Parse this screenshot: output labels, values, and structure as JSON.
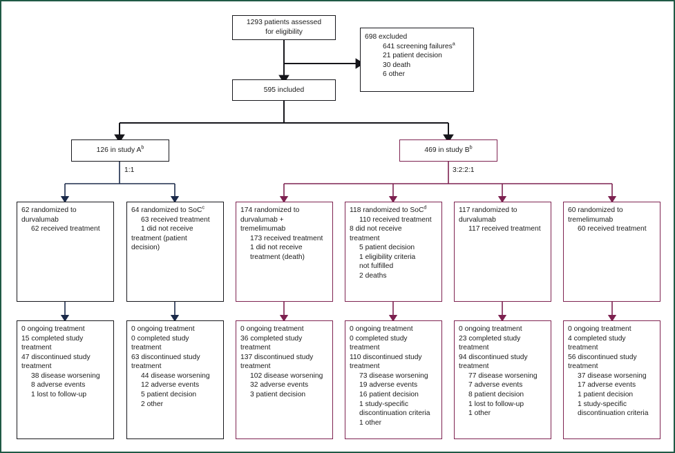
{
  "figure": {
    "type": "consort-flow-diagram",
    "border_color": "#1f5945",
    "study_a_line_color": "#1b2a4a",
    "study_b_line_color": "#7d2150"
  },
  "nodes": {
    "assessed": {
      "line1": "1293 patients assessed",
      "line2": "for eligibility"
    },
    "excluded": {
      "header": "698 excluded",
      "items": [
        "641 screening failures",
        "21 patient decision",
        "30 death",
        "6 other"
      ],
      "footnote_mark": "a"
    },
    "included": {
      "label": "595 included"
    },
    "study_a": {
      "label": "126 in study A",
      "footnote_mark": "b",
      "ratio": "1:1"
    },
    "study_b": {
      "label": "469 in study B",
      "footnote_mark": "b",
      "ratio": "3:2:2:1"
    }
  },
  "arms": [
    {
      "id": "a-durvalumab",
      "study": "A",
      "color": "#1b2a4a",
      "randomization": {
        "lines": [
          {
            "text": "62 randomized to",
            "indent": 0
          },
          {
            "text": "durvalumab",
            "indent": 0
          },
          {
            "text": "62 received treatment",
            "indent": 1
          }
        ]
      },
      "outcome": {
        "lines": [
          {
            "text": "0 ongoing treatment",
            "indent": 0
          },
          {
            "text": "15 completed study",
            "indent": 0
          },
          {
            "text": "treatment",
            "indent": 0
          },
          {
            "text": "47 discontinued study",
            "indent": 0
          },
          {
            "text": "treatment",
            "indent": 0
          },
          {
            "text": "38 disease worsening",
            "indent": 1
          },
          {
            "text": "8 adverse events",
            "indent": 1
          },
          {
            "text": "1 lost to follow-up",
            "indent": 1
          }
        ]
      }
    },
    {
      "id": "a-soc",
      "study": "A",
      "color": "#1b2a4a",
      "randomization": {
        "lines": [
          {
            "text": "64 randomized to SoC",
            "indent": 0,
            "sup": "c"
          },
          {
            "text": "63 received treatment",
            "indent": 1
          },
          {
            "text": "1 did not receive",
            "indent": 1
          },
          {
            "text": "treatment (patient",
            "indent": 0
          },
          {
            "text": "decision)",
            "indent": 0
          }
        ]
      },
      "outcome": {
        "lines": [
          {
            "text": "0 ongoing treatment",
            "indent": 0
          },
          {
            "text": "0 completed study",
            "indent": 0
          },
          {
            "text": "treatment",
            "indent": 0
          },
          {
            "text": "63 discontinued study",
            "indent": 0
          },
          {
            "text": "treatment",
            "indent": 0
          },
          {
            "text": "44 disease worsening",
            "indent": 1
          },
          {
            "text": "12 adverse events",
            "indent": 1
          },
          {
            "text": "5 patient decision",
            "indent": 1
          },
          {
            "text": "2 other",
            "indent": 1
          }
        ]
      }
    },
    {
      "id": "b-durva-treme",
      "study": "B",
      "color": "#7d2150",
      "randomization": {
        "lines": [
          {
            "text": "174 randomized to",
            "indent": 0
          },
          {
            "text": "durvalumab +",
            "indent": 0
          },
          {
            "text": "tremelimumab",
            "indent": 0
          },
          {
            "text": "173 received treatment",
            "indent": 1
          },
          {
            "text": "1 did not receive",
            "indent": 1
          },
          {
            "text": "treatment (death)",
            "indent": 1
          }
        ]
      },
      "outcome": {
        "lines": [
          {
            "text": "0 ongoing treatment",
            "indent": 0
          },
          {
            "text": "36 completed study",
            "indent": 0
          },
          {
            "text": "treatment",
            "indent": 0
          },
          {
            "text": "137 discontinued study",
            "indent": 0
          },
          {
            "text": "treatment",
            "indent": 0
          },
          {
            "text": "102 disease worsening",
            "indent": 1
          },
          {
            "text": "32 adverse events",
            "indent": 1
          },
          {
            "text": "3 patient decision",
            "indent": 1
          }
        ]
      }
    },
    {
      "id": "b-soc",
      "study": "B",
      "color": "#7d2150",
      "randomization": {
        "lines": [
          {
            "text": "118 randomized to SoC",
            "indent": 0,
            "sup": "d"
          },
          {
            "text": "110 received treatment",
            "indent": 1
          },
          {
            "text": "8 did not receive",
            "indent": 0
          },
          {
            "text": "treatment",
            "indent": 0
          },
          {
            "text": "5 patient decision",
            "indent": 1
          },
          {
            "text": "1 eligibility criteria",
            "indent": 1
          },
          {
            "text": "not fulfilled",
            "indent": 1
          },
          {
            "text": "2 deaths",
            "indent": 1
          }
        ]
      },
      "outcome": {
        "lines": [
          {
            "text": "0 ongoing treatment",
            "indent": 0
          },
          {
            "text": "0 completed study",
            "indent": 0
          },
          {
            "text": "treatment",
            "indent": 0
          },
          {
            "text": "110 discontinued study",
            "indent": 0
          },
          {
            "text": "treatment",
            "indent": 0
          },
          {
            "text": "73 disease worsening",
            "indent": 1
          },
          {
            "text": "19 adverse events",
            "indent": 1
          },
          {
            "text": "16 patient decision",
            "indent": 1
          },
          {
            "text": "1 study-specific",
            "indent": 1
          },
          {
            "text": "discontinuation criteria",
            "indent": 1
          },
          {
            "text": "1 other",
            "indent": 1
          }
        ]
      }
    },
    {
      "id": "b-durvalumab",
      "study": "B",
      "color": "#7d2150",
      "randomization": {
        "lines": [
          {
            "text": "117 randomized to",
            "indent": 0
          },
          {
            "text": "durvalumab",
            "indent": 0
          },
          {
            "text": "117 received treatment",
            "indent": 1
          }
        ]
      },
      "outcome": {
        "lines": [
          {
            "text": "0 ongoing treatment",
            "indent": 0
          },
          {
            "text": "23 completed study",
            "indent": 0
          },
          {
            "text": "treatment",
            "indent": 0
          },
          {
            "text": "94 discontinued study",
            "indent": 0
          },
          {
            "text": "treatment",
            "indent": 0
          },
          {
            "text": "77 disease worsening",
            "indent": 1
          },
          {
            "text": "7 adverse events",
            "indent": 1
          },
          {
            "text": "8 patient decision",
            "indent": 1
          },
          {
            "text": "1 lost to follow-up",
            "indent": 1
          },
          {
            "text": "1 other",
            "indent": 1
          }
        ]
      }
    },
    {
      "id": "b-tremelimumab",
      "study": "B",
      "color": "#7d2150",
      "randomization": {
        "lines": [
          {
            "text": "60 randomized to",
            "indent": 0
          },
          {
            "text": "tremelimumab",
            "indent": 0
          },
          {
            "text": "60 received treatment",
            "indent": 1
          }
        ]
      },
      "outcome": {
        "lines": [
          {
            "text": "0 ongoing treatment",
            "indent": 0
          },
          {
            "text": "4 completed study",
            "indent": 0
          },
          {
            "text": "treatment",
            "indent": 0
          },
          {
            "text": "56 discontinued study",
            "indent": 0
          },
          {
            "text": "treatment",
            "indent": 0
          },
          {
            "text": "37 disease worsening",
            "indent": 1
          },
          {
            "text": "17 adverse events",
            "indent": 1
          },
          {
            "text": "1 patient decision",
            "indent": 1
          },
          {
            "text": "1 study-specific",
            "indent": 1
          },
          {
            "text": "discontinuation criteria",
            "indent": 1
          }
        ]
      }
    }
  ]
}
